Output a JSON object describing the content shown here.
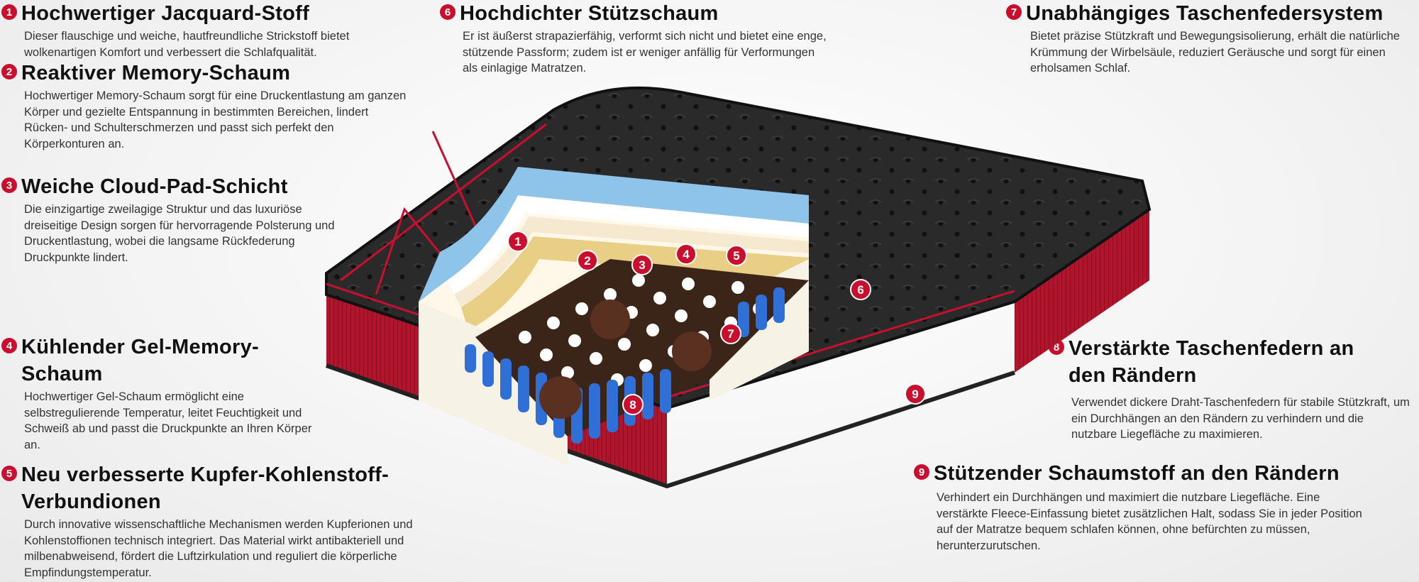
{
  "features": [
    {
      "num": "1",
      "title": "Hochwertiger Jacquard-Stoff",
      "text": "Dieser flauschige und weiche, hautfreundliche Strickstoff bietet wolkenartigen Komfort und verbessert die Schlafqualität."
    },
    {
      "num": "2",
      "title": "Reaktiver Memory-Schaum",
      "text": "Hochwertiger Memory-Schaum sorgt für eine Druckentlastung am ganzen Körper und gezielte Entspannung in bestimmten Bereichen, lindert Rücken- und Schulterschmerzen und passt sich perfekt den Körperkonturen an."
    },
    {
      "num": "3",
      "title": "Weiche Cloud-Pad-Schicht",
      "text": "Die einzigartige zweilagige Struktur und das luxuriöse dreiseitige Design sorgen für hervorragende Polsterung und Druckentlastung, wobei die langsame Rückfederung Druckpunkte lindert."
    },
    {
      "num": "4",
      "title": "Kühlender Gel-Memory-Schaum",
      "text": "Hochwertiger Gel-Schaum ermöglicht eine selbstregulierende Temperatur, leitet Feuchtigkeit und Schweiß ab und passt die Druckpunkte an Ihren Körper an."
    },
    {
      "num": "5",
      "title": "Neu verbesserte Kupfer-Kohlenstoff-Verbundionen",
      "text": "Durch innovative wissenschaftliche Mechanismen werden Kupferionen und Kohlenstoffionen technisch integriert. Das Material wirkt antibakteriell und milbenabweisend, fördert die Luftzirkulation und reguliert die körperliche Empfindungstemperatur."
    },
    {
      "num": "6",
      "title": "Hochdichter Stützschaum",
      "text": "Er ist äußerst strapazierfähig, verformt sich nicht und bietet eine enge, stützende Passform; zudem ist er weniger anfällig für Verformungen als einlagige Matratzen."
    },
    {
      "num": "7",
      "title": "Unabhängiges Taschenfedersystem",
      "text": "Bietet präzise Stützkraft und Bewegungsisolierung, erhält die natürliche Krümmung der Wirbelsäule, reduziert Geräusche und sorgt für einen erholsamen Schlaf."
    },
    {
      "num": "8",
      "title": "Verstärkte Taschenfedern an den Rändern",
      "text": "Verwendet dickere Draht-Taschenfedern für stabile Stützkraft, um ein Durchhängen an den Rändern zu verhindern und die nutzbare Liegefläche zu maximieren."
    },
    {
      "num": "9",
      "title": "Stützender Schaumstoff an den Rändern",
      "text": "Verhindert ein Durchhängen und maximiert die nutzbare Liegefläche. Eine verstärkte Fleece-Einfassung bietet zusätzlichen Halt, sodass Sie in jeder Position auf der Matratze bequem schlafen können, ohne befürchten zu müssen, herunterzurutschen."
    }
  ],
  "callouts": [
    "1",
    "2",
    "3",
    "4",
    "5",
    "6",
    "7",
    "8",
    "9"
  ],
  "colors": {
    "accent": "#c8102e",
    "fabric": "#2a2a2a",
    "memory": "#8ec3ea",
    "gel": "#e8d8a0",
    "coil_blue": "#2f6fd6"
  }
}
